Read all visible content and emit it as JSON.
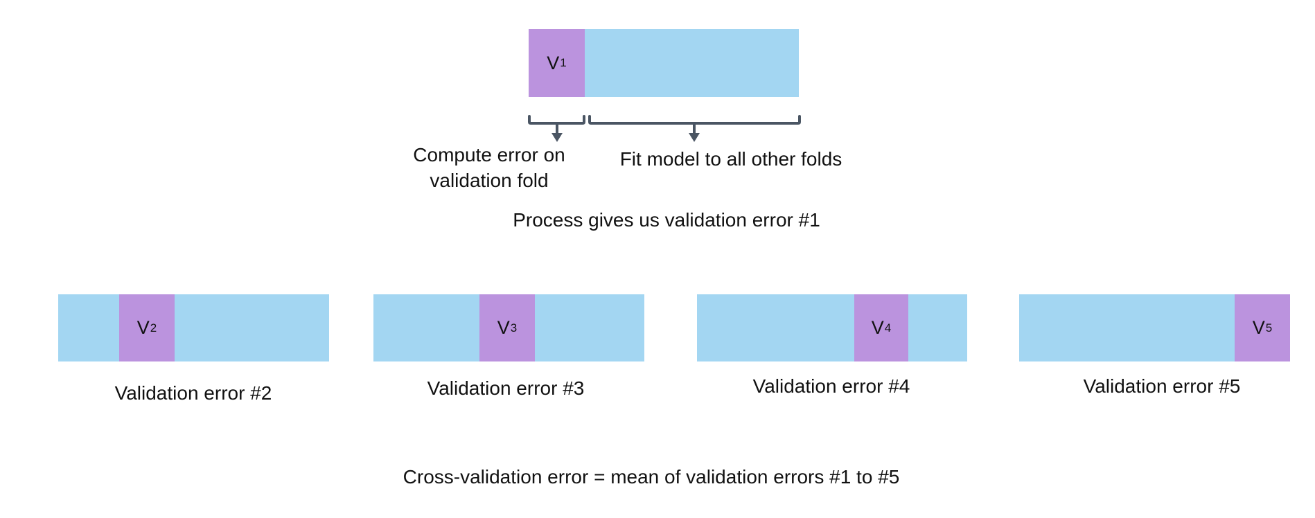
{
  "top_fold": {
    "letter": "V",
    "index": "1",
    "left_caption": "Compute error on validation fold",
    "right_caption": "Fit model to all other folds",
    "result": "Process gives us validation error #1"
  },
  "folds": [
    {
      "letter": "V",
      "index": "2",
      "caption": "Validation error #2"
    },
    {
      "letter": "V",
      "index": "3",
      "caption": "Validation error #3"
    },
    {
      "letter": "V",
      "index": "4",
      "caption": "Validation error #4"
    },
    {
      "letter": "V",
      "index": "5",
      "caption": "Validation error #5"
    }
  ],
  "summary": "Cross-validation error = mean of validation errors #1 to #5",
  "colors": {
    "training": "#a3d6f2",
    "validation": "#bb93de",
    "bracket": "#4a5563"
  }
}
